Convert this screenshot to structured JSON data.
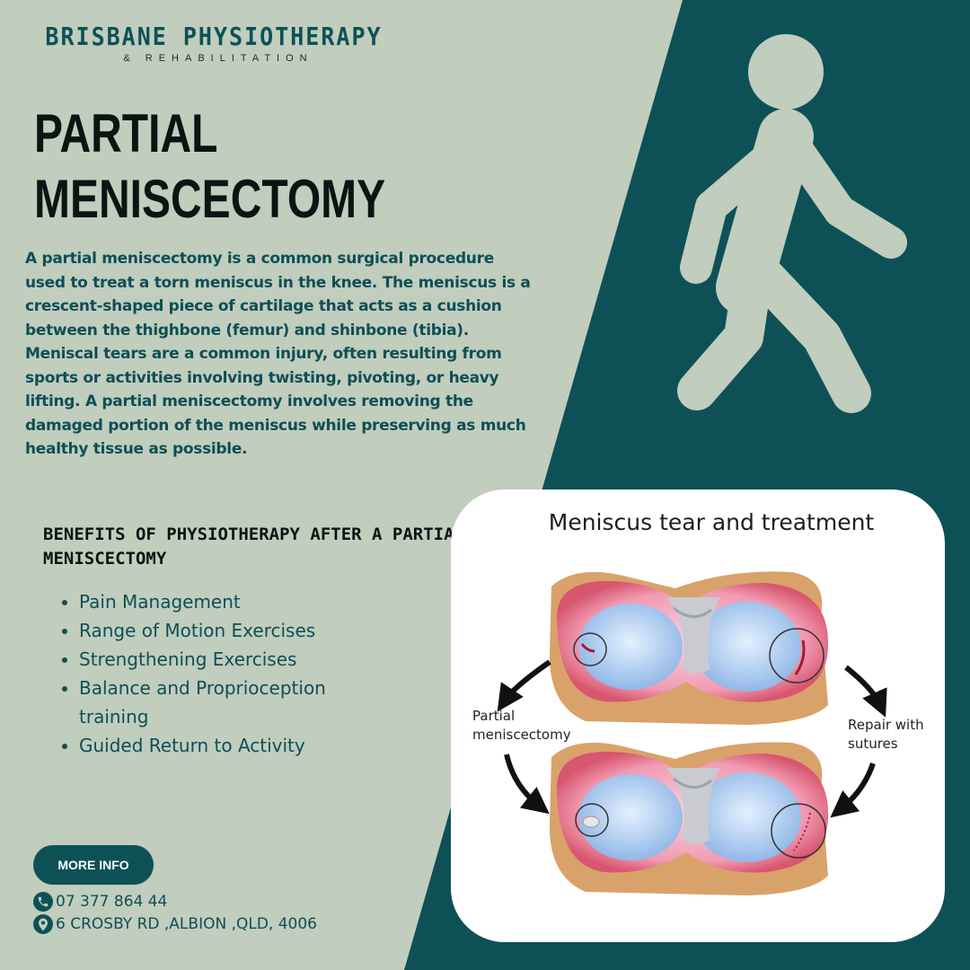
{
  "brand": {
    "name": "BRISBANE PHYSIOTHERAPY",
    "tagline": "& REHABILITATION"
  },
  "title": {
    "line1": "PARTIAL",
    "line2": "MENISCECTOMY"
  },
  "intro": "A partial meniscectomy is a common surgical procedure used to treat a torn meniscus in the knee. The meniscus is a crescent-shaped piece of cartilage that acts as a cushion between the thighbone (femur) and shinbone (tibia). Meniscal tears are a common injury, often resulting from sports or activities involving twisting, pivoting, or heavy lifting. A partial meniscectomy involves removing the damaged portion of the meniscus while preserving as much healthy tissue as possible.",
  "benefits": {
    "heading": "Benefits of Physiotherapy after a Partial Meniscectomy",
    "items": [
      "Pain Management",
      "Range of Motion Exercises",
      "Strengthening Exercises",
      "Balance and Proprioception training",
      "Guided Return to Activity"
    ]
  },
  "cta": {
    "label": "MORE INFO"
  },
  "contact": {
    "phone": "07 377 864 44",
    "address": "6 CROSBY RD ,ALBION ,QLD, 4006"
  },
  "illustration": {
    "title": "Meniscus tear and treatment",
    "left_label_line1": "Partial",
    "left_label_line2": "meniscectomy",
    "right_label_line1": "Repair with",
    "right_label_line2": "sutures"
  },
  "icons": {
    "walker": "walking-person-icon",
    "phone": "phone-icon",
    "location": "location-pin-icon"
  },
  "colors": {
    "sage": "#c1cdbd",
    "teal": "#0d5157",
    "text_dark": "#0c1413"
  }
}
